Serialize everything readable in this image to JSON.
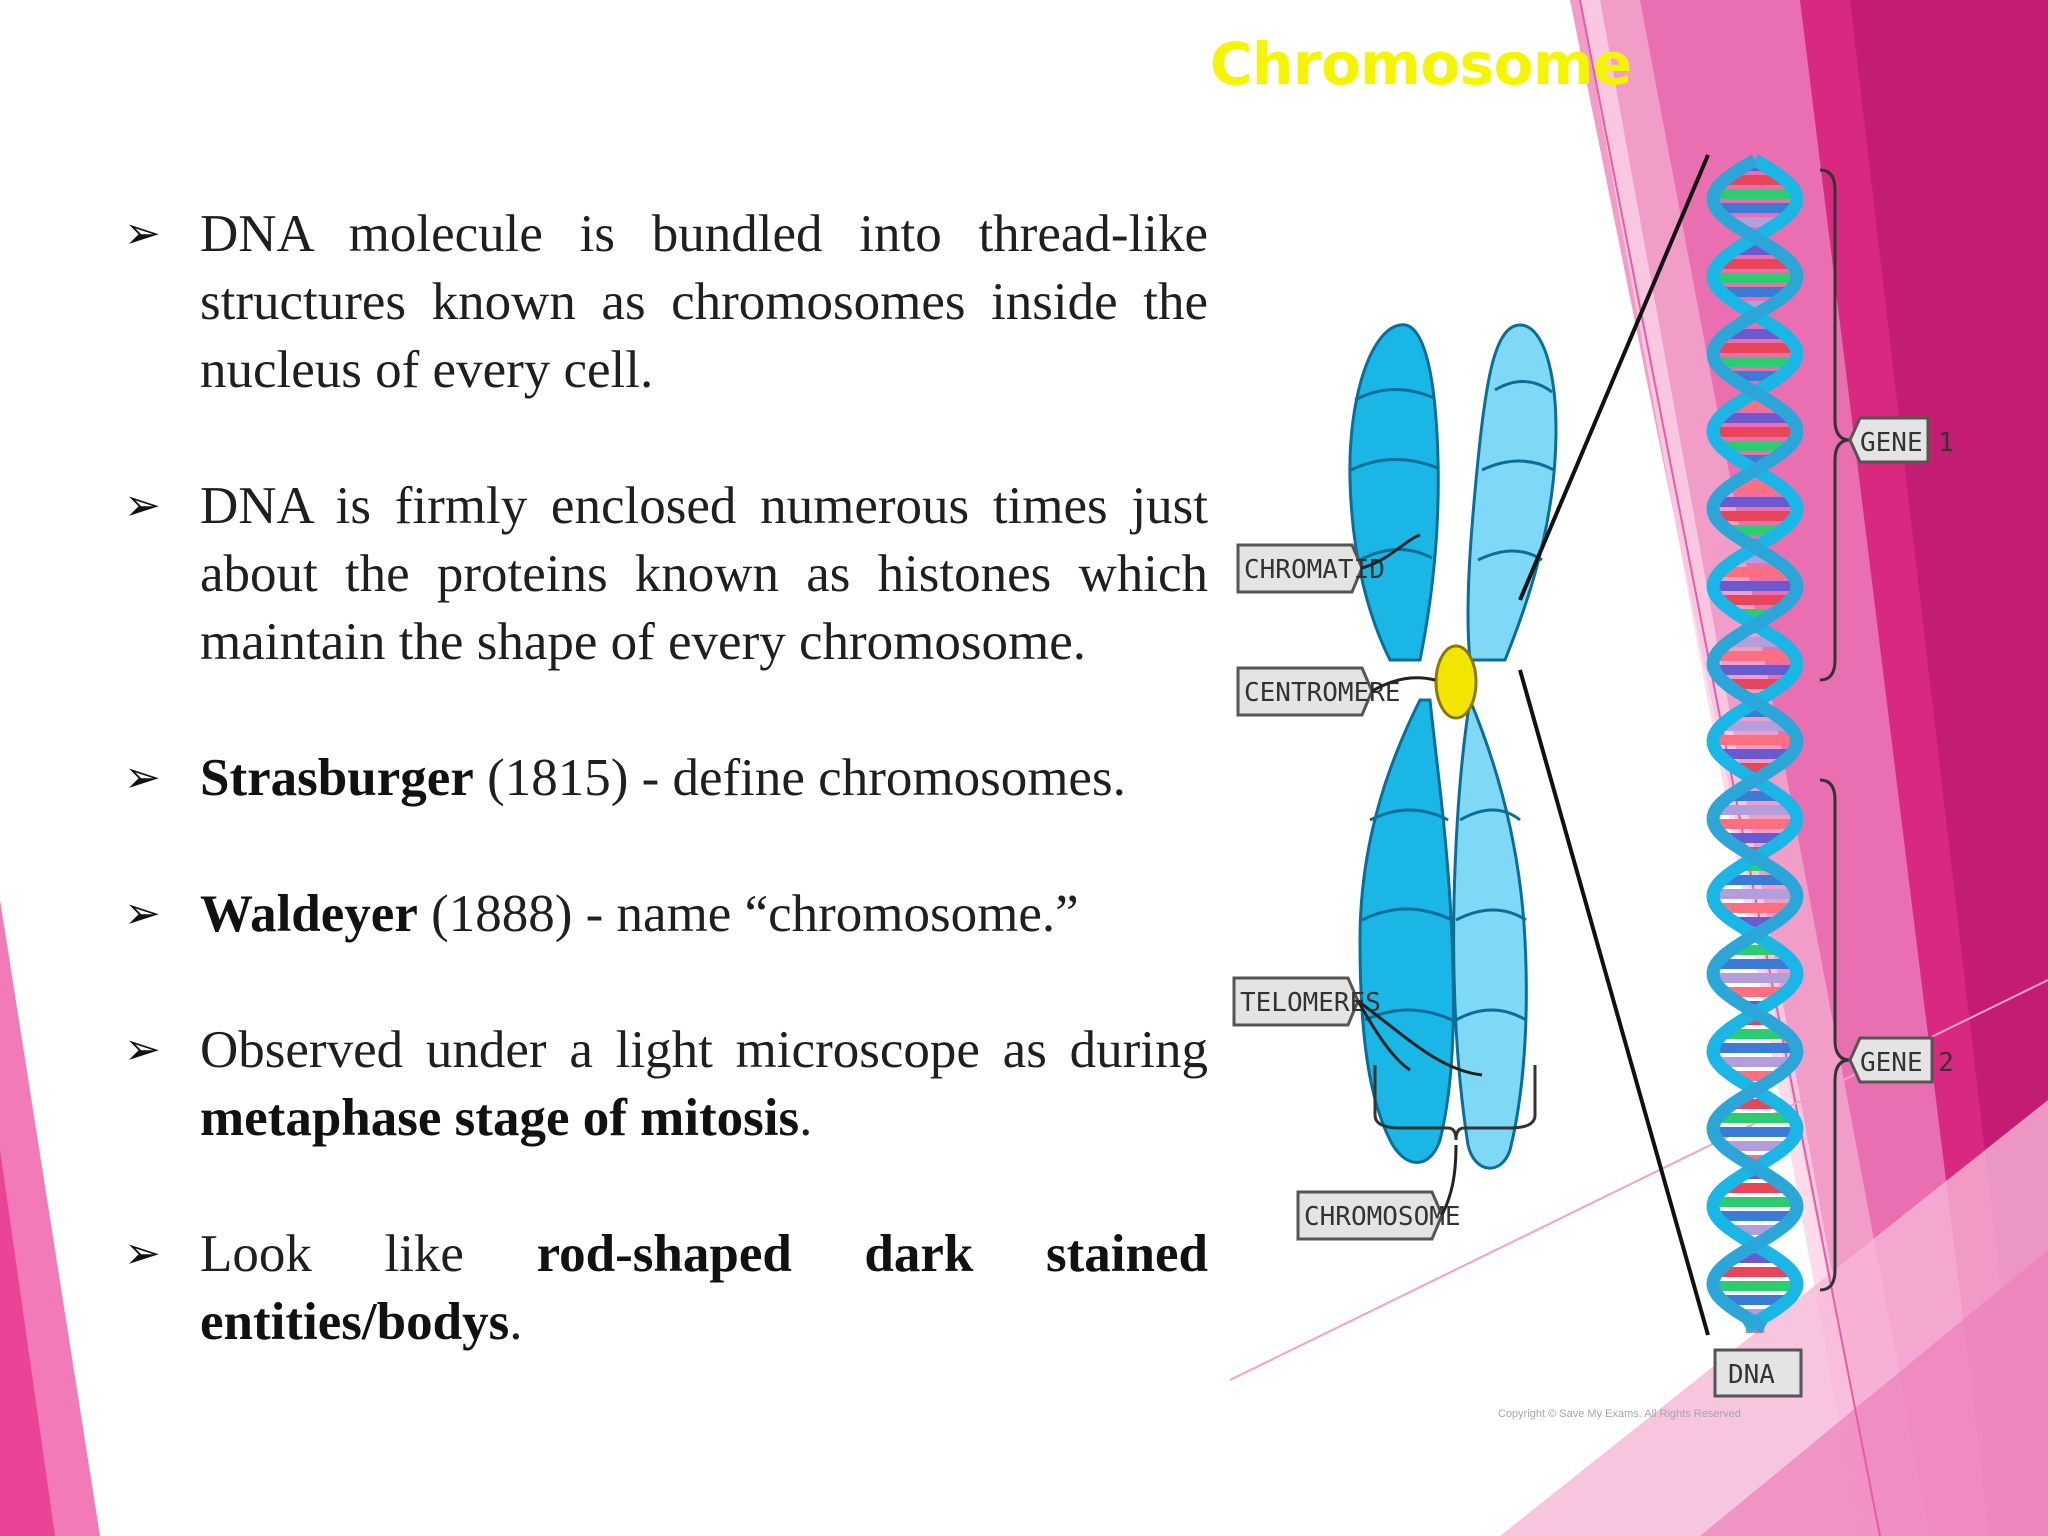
{
  "slide": {
    "title": "Chromosome",
    "colors": {
      "title": "#f5f500",
      "accent_pink": "#e2207f",
      "light_pink": "#f29cc8"
    }
  },
  "bullets": [
    {
      "icon": "arrow-bullet-icon",
      "text": "DNA molecule is bundled into thread-like structures known as chromosomes inside the nucleus of every cell."
    },
    {
      "icon": "arrow-bullet-icon",
      "text": "DNA is firmly enclosed numerous times just about the proteins known as histones which maintain the shape of every chromosome."
    },
    {
      "icon": "arrow-bullet-icon",
      "bold": "Strasburger",
      "rest": " (1815) - define chromosomes."
    },
    {
      "icon": "arrow-bullet-icon",
      "bold": "Waldeyer",
      "rest": " (1888) - name “chromosome.”"
    },
    {
      "icon": "arrow-bullet-icon",
      "pre": "Observed under a light microscope as during ",
      "bold": "metaphase stage of mitosis",
      "post": "."
    },
    {
      "icon": "arrow-bullet-icon",
      "pre": "Look like ",
      "bold": "rod-shaped dark stained entities/bodys",
      "post": "."
    }
  ],
  "diagram": {
    "labels": {
      "chromatid": "CHROMATID",
      "centromere": "CENTROMERE",
      "telomeres": "TELOMERES",
      "chromosome": "CHROMOSOME",
      "dna": "DNA",
      "gene1": "GENE 1",
      "gene2": "GENE 2"
    },
    "copyright": "Copyright © Save My Exams. All Rights Reserved"
  }
}
